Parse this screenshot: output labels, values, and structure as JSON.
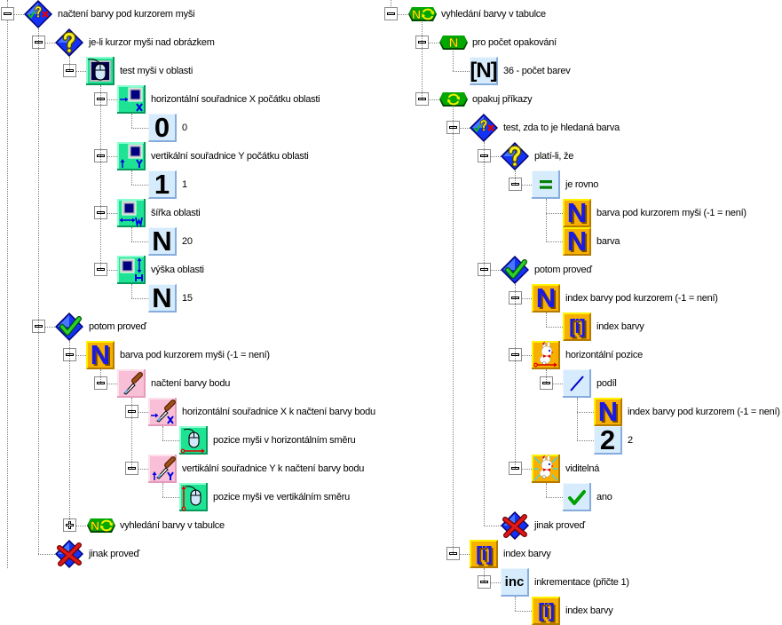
{
  "colors": {
    "tree_line": "#808080",
    "tile_blue": "#D6EBFB",
    "tile_green": "#1FE394",
    "tile_orange": "#F7B000",
    "tile_pink": "#F9BFD6",
    "diamond_blue": "#1432F5",
    "hex_green": "#00A800"
  },
  "trees": [
    {
      "nodes": [
        {
          "label": "načtení barvy pod kurzorem myši",
          "icon": "test-condition-icon",
          "expanded": true,
          "children": [
            {
              "label": "je-li kurzor myši nad obrázkem",
              "icon": "if-icon",
              "expanded": true,
              "children": [
                {
                  "label": "test myši v oblasti",
                  "icon": "mouse-region-test-icon",
                  "expanded": true,
                  "children": [
                    {
                      "label": "horizontální souřadnice X počátku oblasti",
                      "icon": "region-x-icon",
                      "expanded": true,
                      "children": [
                        {
                          "label": "0",
                          "icon": "number-constant-icon",
                          "glyph": "0"
                        }
                      ]
                    },
                    {
                      "label": "vertikální souřadnice Y počátku oblasti",
                      "icon": "region-y-icon",
                      "expanded": true,
                      "children": [
                        {
                          "label": "1",
                          "icon": "number-constant-icon",
                          "glyph": "1"
                        }
                      ]
                    },
                    {
                      "label": "šířka oblasti",
                      "icon": "region-width-icon",
                      "expanded": true,
                      "children": [
                        {
                          "label": "20",
                          "icon": "number-constant-icon",
                          "glyph": "N"
                        }
                      ]
                    },
                    {
                      "label": "výška oblasti",
                      "icon": "region-height-icon",
                      "expanded": true,
                      "children": [
                        {
                          "label": "15",
                          "icon": "number-constant-icon",
                          "glyph": "N"
                        }
                      ]
                    }
                  ]
                }
              ]
            },
            {
              "label": "potom proveď",
              "icon": "then-icon",
              "expanded": true,
              "children": [
                {
                  "label": "barva pod kurzorem myši (-1 = není)",
                  "icon": "number-variable-icon",
                  "glyph": "N",
                  "expanded": true,
                  "children": [
                    {
                      "label": "načtení barvy bodu",
                      "icon": "pick-color-icon",
                      "expanded": true,
                      "children": [
                        {
                          "label": "horizontální souřadnice X k načtení barvy bodu",
                          "icon": "pick-color-x-icon",
                          "expanded": true,
                          "children": [
                            {
                              "label": "pozice myši v horizontálním směru",
                              "icon": "mouse-x-icon"
                            }
                          ]
                        },
                        {
                          "label": "vertikální souřadnice Y k načtení barvy bodu",
                          "icon": "pick-color-y-icon",
                          "expanded": true,
                          "children": [
                            {
                              "label": "pozice myši ve vertikálním směru",
                              "icon": "mouse-y-icon"
                            }
                          ]
                        }
                      ]
                    }
                  ]
                },
                {
                  "label": "vyhledání barvy v tabulce",
                  "icon": "loop-search-icon",
                  "glyph": "N",
                  "expanded": false
                }
              ]
            },
            {
              "label": "jinak proveď",
              "icon": "else-icon"
            }
          ]
        }
      ]
    },
    {
      "nodes": [
        {
          "label": "vyhledání barvy v tabulce",
          "icon": "loop-search-icon",
          "glyph": "N",
          "expanded": true,
          "children": [
            {
              "label": "pro počet opakování",
              "icon": "repeat-count-icon",
              "glyph": "N",
              "expanded": true,
              "children": [
                {
                  "label": "36 - počet barev",
                  "icon": "count-constant-icon",
                  "glyph": "[N]"
                }
              ]
            },
            {
              "label": "opakuj příkazy",
              "icon": "repeat-icon",
              "expanded": true,
              "children": [
                {
                  "label": "test, zda to je hledaná barva",
                  "icon": "test-condition-icon",
                  "expanded": true,
                  "children": [
                    {
                      "label": "platí-li, že",
                      "icon": "if-icon",
                      "expanded": true,
                      "children": [
                        {
                          "label": "je rovno",
                          "icon": "equals-icon",
                          "expanded": true,
                          "children": [
                            {
                              "label": "barva pod kurzorem myši (-1 = není)",
                              "icon": "number-variable-icon",
                              "glyph": "N"
                            },
                            {
                              "label": "barva",
                              "icon": "number-variable-icon",
                              "glyph": "N"
                            }
                          ]
                        }
                      ]
                    },
                    {
                      "label": "potom proveď",
                      "icon": "then-icon",
                      "expanded": true,
                      "children": [
                        {
                          "label": "index barvy pod kurzorem (-1 = není)",
                          "icon": "number-variable-icon",
                          "glyph": "N",
                          "expanded": true,
                          "children": [
                            {
                              "label": "index barvy",
                              "icon": "index-variable-icon",
                              "glyph": "[i]"
                            }
                          ]
                        },
                        {
                          "label": "horizontální pozice",
                          "icon": "sprite-x-icon",
                          "expanded": true,
                          "children": [
                            {
                              "label": "podíl",
                              "icon": "divide-icon",
                              "expanded": true,
                              "children": [
                                {
                                  "label": "index barvy pod kurzorem (-1 = není)",
                                  "icon": "number-variable-icon",
                                  "glyph": "N"
                                },
                                {
                                  "label": "2",
                                  "icon": "number-constant-icon",
                                  "glyph": "2"
                                }
                              ]
                            }
                          ]
                        },
                        {
                          "label": "viditelná",
                          "icon": "sprite-visible-icon",
                          "expanded": true,
                          "children": [
                            {
                              "label": "ano",
                              "icon": "true-icon"
                            }
                          ]
                        }
                      ]
                    },
                    {
                      "label": "jinak proveď",
                      "icon": "else-icon"
                    }
                  ]
                },
                {
                  "label": "index barvy",
                  "icon": "index-variable-icon",
                  "glyph": "[i]",
                  "expanded": true,
                  "children": [
                    {
                      "label": "inkrementace (přičte 1)",
                      "icon": "increment-icon",
                      "glyph": "inc",
                      "expanded": true,
                      "children": [
                        {
                          "label": "index barvy",
                          "icon": "index-variable-icon",
                          "glyph": "[i]"
                        }
                      ]
                    }
                  ]
                }
              ]
            }
          ]
        }
      ]
    }
  ]
}
